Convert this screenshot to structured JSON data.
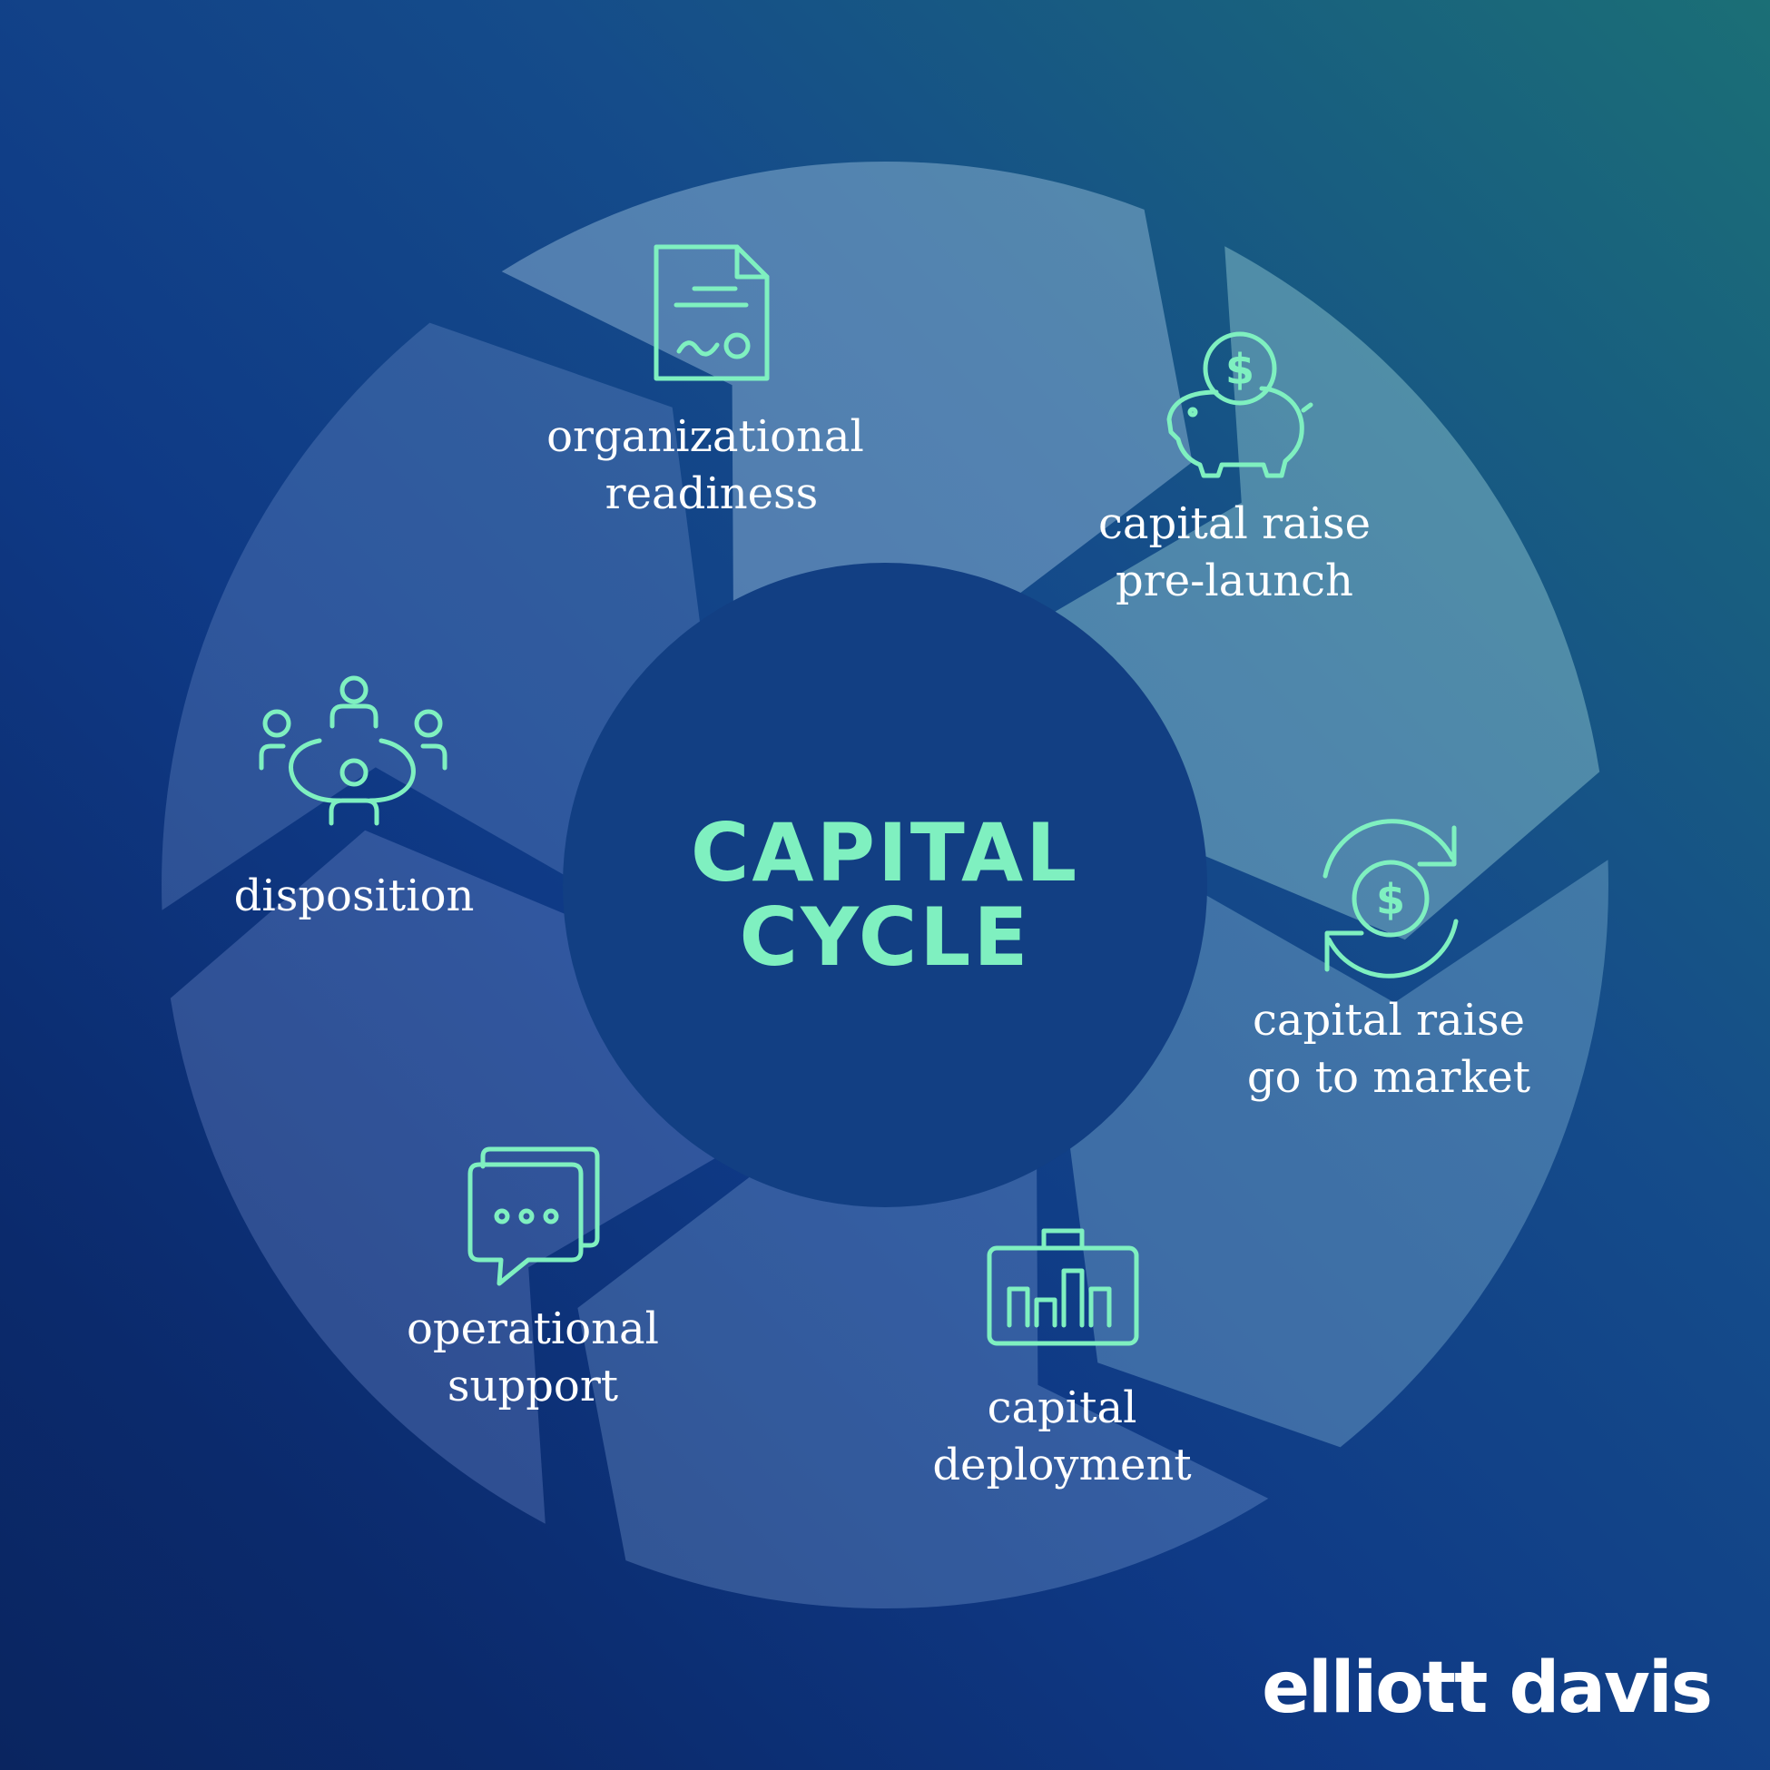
{
  "diagram": {
    "center_title": [
      "CAPITAL",
      "CYCLE"
    ],
    "stages": [
      {
        "lines": [
          "organizational",
          "readiness"
        ],
        "icon": "document-signature-icon"
      },
      {
        "lines": [
          "capital raise",
          "pre-launch"
        ],
        "icon": "piggy-bank-dollar-icon"
      },
      {
        "lines": [
          "capital raise",
          "go to market"
        ],
        "icon": "dollar-cycle-icon"
      },
      {
        "lines": [
          "capital",
          "deployment"
        ],
        "icon": "briefcase-chart-icon"
      },
      {
        "lines": [
          "operational",
          "support"
        ],
        "icon": "chat-bubbles-icon"
      },
      {
        "lines": [
          "disposition"
        ],
        "icon": "meeting-table-icon"
      }
    ]
  },
  "brand": {
    "logo_text": "elliott davis"
  },
  "colors": {
    "accent": "#7ff0c0",
    "text": "#ffffff",
    "background_dark": "#0b2a6c",
    "background_teal": "#1b6f76"
  }
}
